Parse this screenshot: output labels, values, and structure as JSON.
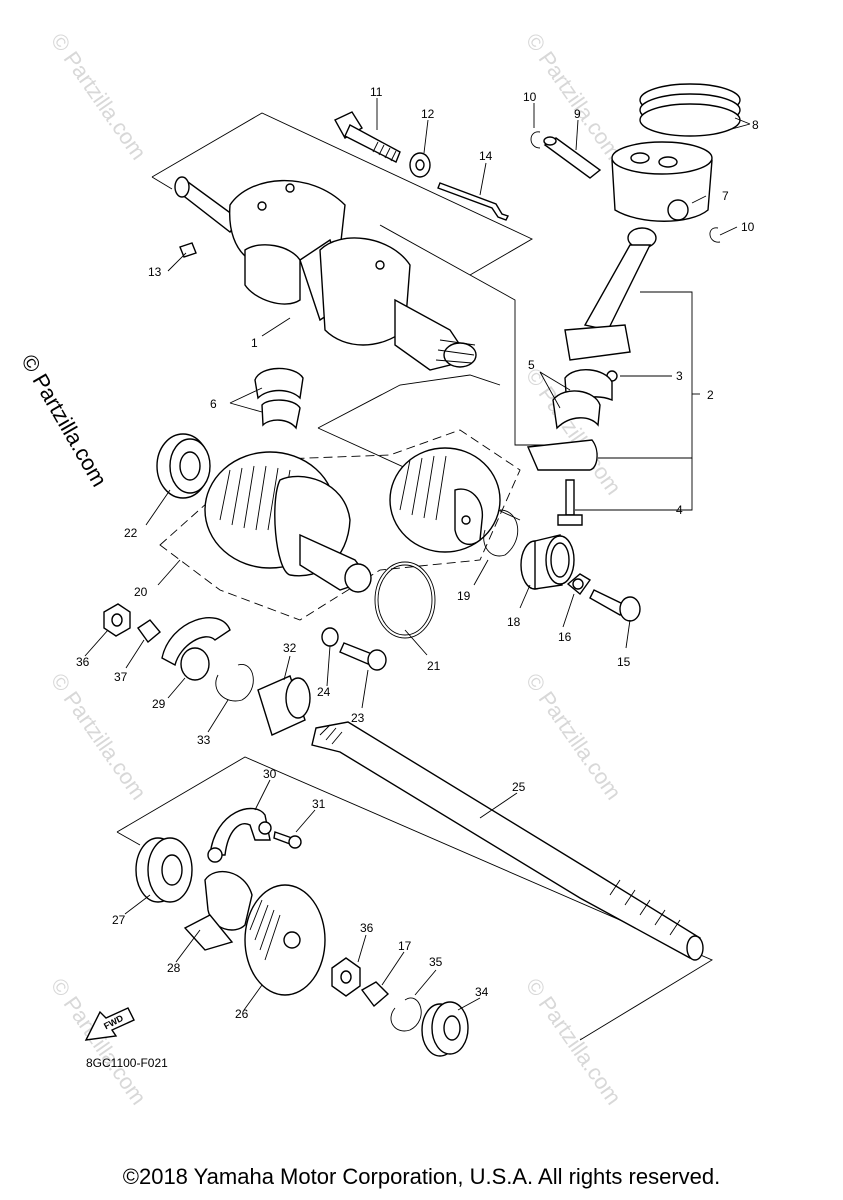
{
  "watermark": "© Partzilla.com",
  "reference_code": "8GC1100-F021",
  "fwd_label": "FWD",
  "copyright": "©2018 Yamaha Motor Corporation, U.S.A. All rights reserved.",
  "callouts": {
    "n1": "1",
    "n2": "2",
    "n3": "3",
    "n4": "4",
    "n5": "5",
    "n6": "6",
    "n7": "7",
    "n8": "8",
    "n9": "9",
    "n10a": "10",
    "n10b": "10",
    "n11": "11",
    "n12": "12",
    "n13": "13",
    "n14": "14",
    "n15": "15",
    "n16": "16",
    "n17": "17",
    "n18": "18",
    "n19": "19",
    "n20": "20",
    "n21": "21",
    "n22": "22",
    "n23": "23",
    "n24": "24",
    "n25": "25",
    "n26": "26",
    "n27": "27",
    "n28": "28",
    "n29": "29",
    "n30": "30",
    "n31": "31",
    "n32": "32",
    "n33": "33",
    "n34": "34",
    "n35": "35",
    "n36a": "36",
    "n36b": "36",
    "n37": "37"
  }
}
